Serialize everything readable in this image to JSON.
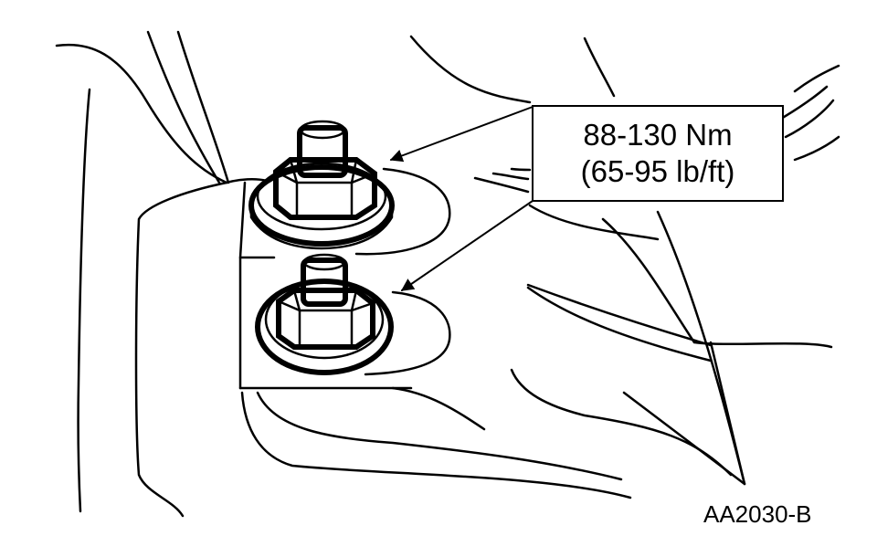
{
  "callout": {
    "torque_metric": "88-130 Nm",
    "torque_imperial": "(65-95 lb/ft)"
  },
  "figure_ref": "AA2030-B",
  "colors": {
    "ink": "#000000",
    "paper": "#ffffff"
  },
  "icons": [
    "hex-bolt-icon",
    "hex-bolt-icon",
    "leader-arrow-icon",
    "leader-arrow-icon"
  ]
}
